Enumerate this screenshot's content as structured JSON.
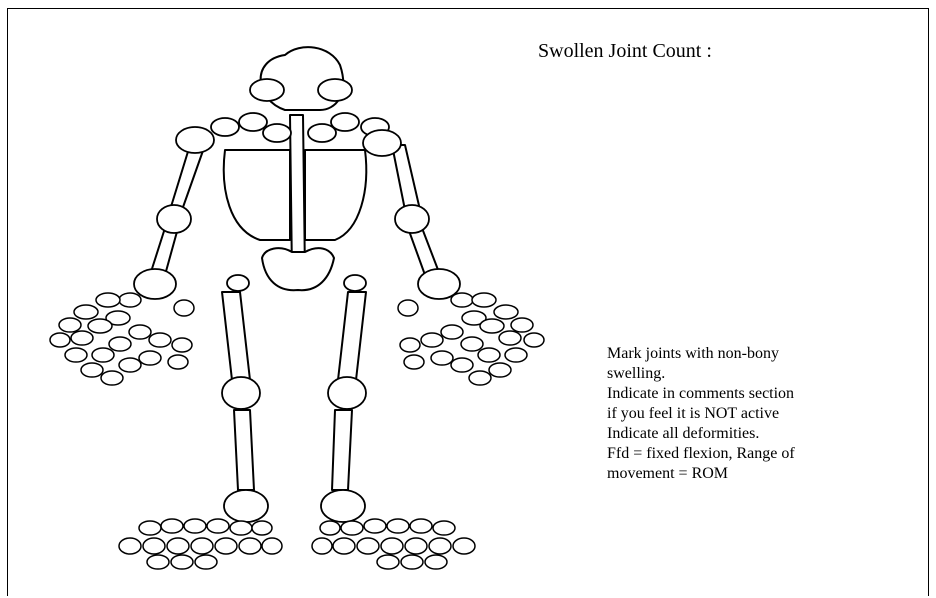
{
  "title": "Swollen Joint Count :",
  "instructions": [
    "Mark joints with non-bony",
    "swelling.",
    "Indicate in comments section",
    "if you feel it is NOT active",
    "Indicate all deformities.",
    "Ffd = fixed flexion,  Range of",
    "movement = ROM"
  ]
}
